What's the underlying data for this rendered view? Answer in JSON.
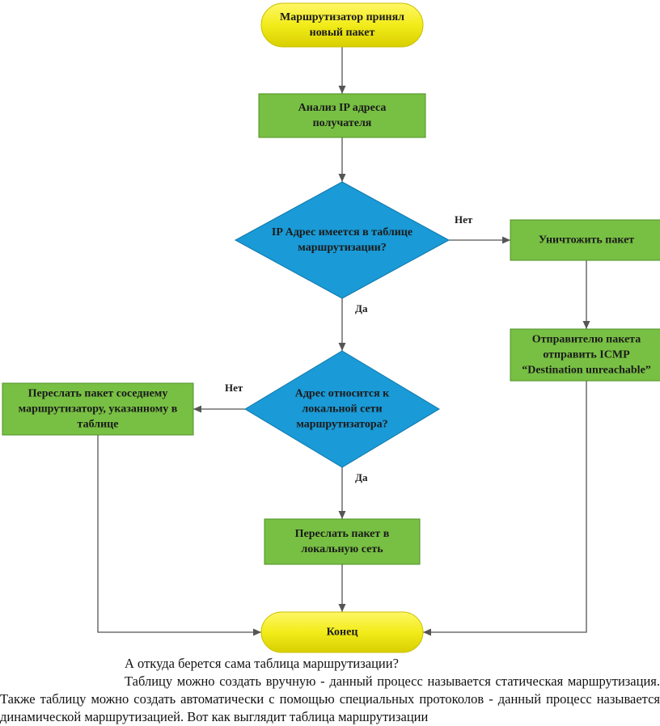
{
  "flowchart": {
    "nodes": [
      {
        "id": "start",
        "shape": "terminal",
        "lines": [
          "Маршрутизатор принял",
          "новый пакет"
        ],
        "fill": "#f2ec1a"
      },
      {
        "id": "analyze",
        "shape": "process",
        "lines": [
          "Анализ IP адреса",
          "получателя"
        ],
        "fill": "#78c043"
      },
      {
        "id": "in-table",
        "shape": "decision",
        "lines": [
          "IP Адрес имеется в таблице",
          "маршрутизации?"
        ],
        "fill": "#1a9ad6"
      },
      {
        "id": "destroy",
        "shape": "process",
        "lines": [
          "Уничтожить пакет"
        ],
        "fill": "#78c043"
      },
      {
        "id": "icmp",
        "shape": "process",
        "lines": [
          "Отправителю пакета",
          "отправить ICMP",
          "“Destination unreachable”"
        ],
        "fill": "#78c043"
      },
      {
        "id": "local",
        "shape": "decision",
        "lines": [
          "Адрес относится к",
          "локальной сети",
          "маршрутизатора?"
        ],
        "fill": "#1a9ad6"
      },
      {
        "id": "forward-neighbor",
        "shape": "process",
        "lines": [
          "Переслать пакет соседнему",
          "маршрутизатору, указанному в",
          "таблице"
        ],
        "fill": "#78c043"
      },
      {
        "id": "forward-local",
        "shape": "process",
        "lines": [
          "Переслать пакет в",
          "локальную сеть"
        ],
        "fill": "#78c043"
      },
      {
        "id": "end",
        "shape": "terminal",
        "lines": [
          "Конец"
        ],
        "fill": "#f2ec1a"
      }
    ],
    "edges": [
      {
        "from": "start",
        "to": "analyze",
        "label": ""
      },
      {
        "from": "analyze",
        "to": "in-table",
        "label": ""
      },
      {
        "from": "in-table",
        "to": "destroy",
        "label": "Нет"
      },
      {
        "from": "in-table",
        "to": "local",
        "label": "Да"
      },
      {
        "from": "destroy",
        "to": "icmp",
        "label": ""
      },
      {
        "from": "local",
        "to": "forward-neighbor",
        "label": "Нет"
      },
      {
        "from": "local",
        "to": "forward-local",
        "label": "Да"
      },
      {
        "from": "forward-local",
        "to": "end",
        "label": ""
      },
      {
        "from": "forward-neighbor",
        "to": "end",
        "label": ""
      },
      {
        "from": "icmp",
        "to": "end",
        "label": ""
      }
    ]
  },
  "text": {
    "question": "А откуда берется сама таблица маршрутизации?",
    "paragraph": "Таблицу можно создать вручную - данный процесс называется статическая маршрутизация. Также таблицу можно создать автоматически с помощью специальных протоколов - данный процесс называется динамической маршрутизацией. Вот как выглядит таблица маршрутизации"
  }
}
